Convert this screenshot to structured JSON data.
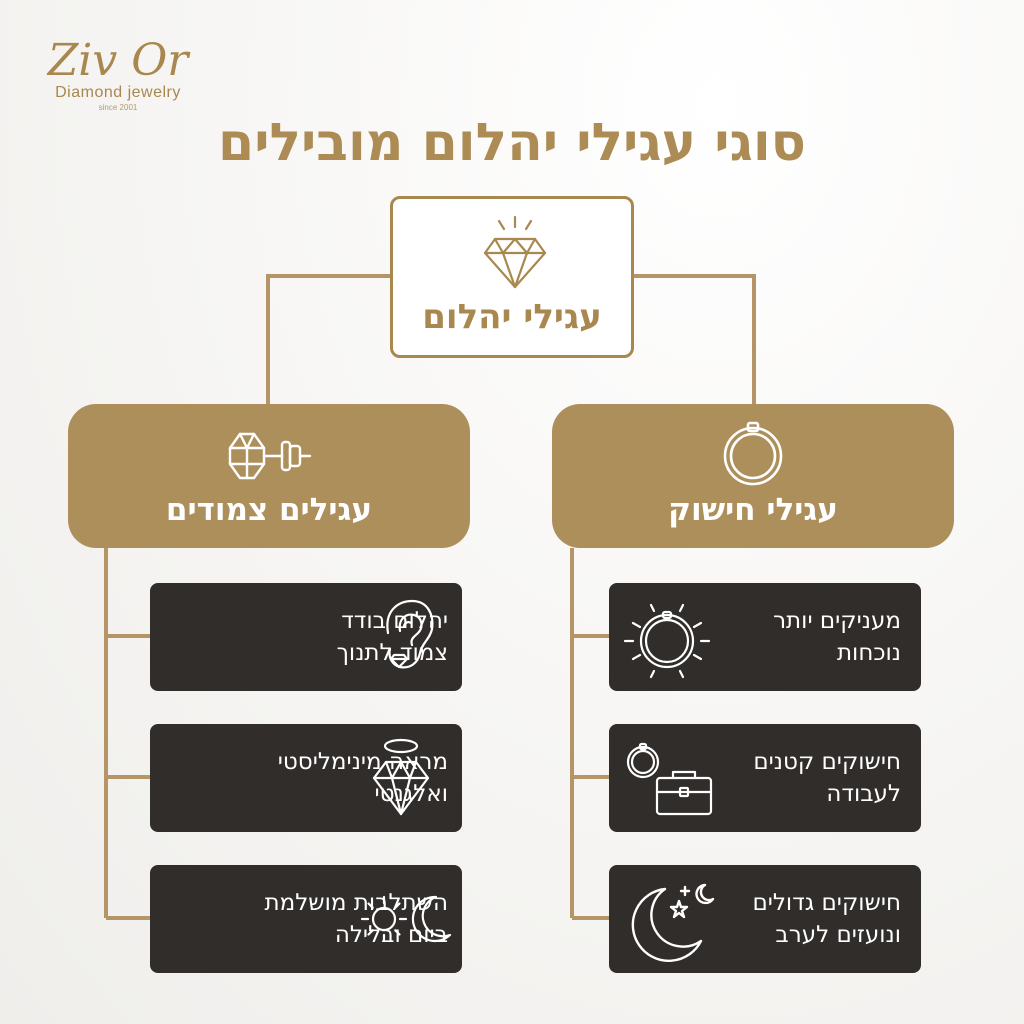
{
  "logo": {
    "name": "Ziv Or",
    "tagline": "Diamond jewelry",
    "since": "since 2001"
  },
  "title": "סוגי עגילי יהלום מובילים",
  "root": {
    "label": "עגילי יהלום",
    "icon": "diamond-icon"
  },
  "branches": [
    {
      "label": "עגילים צמודים",
      "icon": "stud-earring-icon",
      "items": [
        {
          "line1": "יהלום בודד",
          "line2": "צמוד לתנוך",
          "icon": "ear-stud-icon"
        },
        {
          "line1": "מראה מינימליסטי",
          "line2": "ואלגנטי",
          "icon": "diamond-halo-icon"
        },
        {
          "line1": "השתלבות מושלמת",
          "line2": "ביום ובלילה",
          "icon": "sun-moon-icon"
        }
      ]
    },
    {
      "label": "עגילי חישוק",
      "icon": "hoop-earring-icon",
      "items": [
        {
          "line1": "מעניקים יותר",
          "line2": "נוכחות",
          "icon": "shining-hoop-icon"
        },
        {
          "line1": "חישוקים קטנים",
          "line2": "לעבודה",
          "icon": "hoop-briefcase-icon"
        },
        {
          "line1": "חישוקים גדולים",
          "line2": "ונועזים לערב",
          "icon": "moon-stars-icon"
        }
      ]
    }
  ],
  "colors": {
    "gold": "#ad8f5c",
    "dark": "#302d2b",
    "background": "#f6f5f3"
  }
}
